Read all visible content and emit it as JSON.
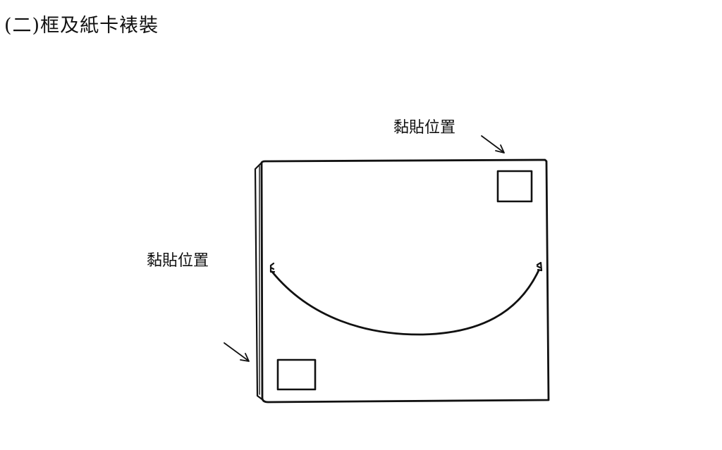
{
  "heading": "(二)框及紙卡裱裝",
  "labels": {
    "top_right": "黏貼位置",
    "left": "黏貼位置"
  }
}
